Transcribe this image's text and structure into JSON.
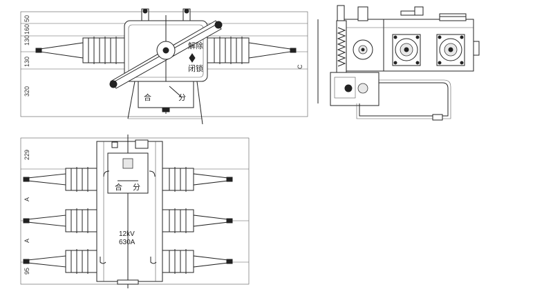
{
  "front_view": {
    "dim_vertical": [
      "160",
      "50",
      "130",
      "130",
      "320"
    ],
    "dim_right": "C",
    "handle_labels": [
      "解除",
      "闭锁"
    ],
    "switch_labels": [
      "合",
      "分"
    ]
  },
  "top_view": {
    "dim_vertical": [
      "229",
      "A",
      "A",
      "95"
    ],
    "switch_labels": [
      "合",
      "分"
    ],
    "rating": [
      "12kV",
      "630A"
    ]
  }
}
